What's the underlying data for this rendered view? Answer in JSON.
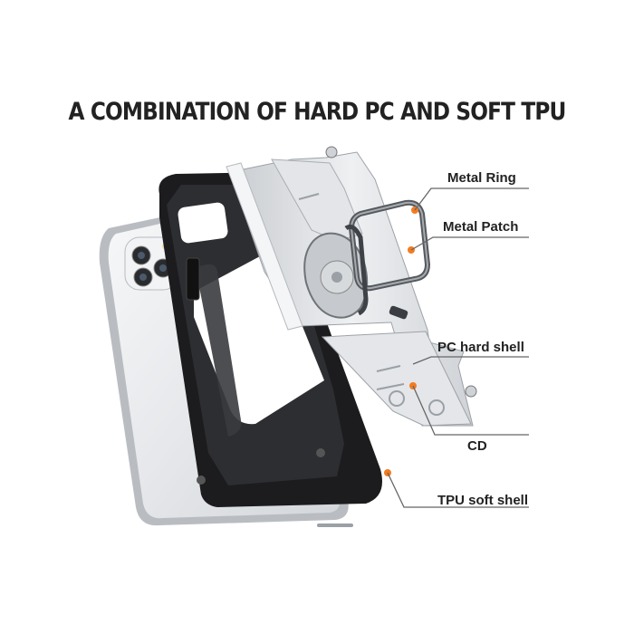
{
  "headline": "A COMBINATION OF HARD PC AND SOFT TPU",
  "labels": {
    "metal_ring": "Metal Ring",
    "metal_patch": "Metal Patch",
    "pc_shell": "PC hard shell",
    "cd": "CD",
    "tpu_shell": "TPU soft shell"
  },
  "colors": {
    "accent": "#f47b20",
    "pointer_line": "#666666",
    "phone_silver": "#e9ebee",
    "tpu_black": "#1c1c1e",
    "pc_silver": "#d9dcdf"
  }
}
